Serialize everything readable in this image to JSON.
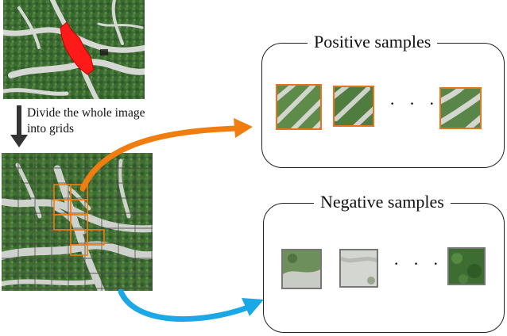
{
  "caption": {
    "line1": "Divide the whole image",
    "line2": "into grids"
  },
  "positive": {
    "title": "Positive samples",
    "ellipsis": "· · ·",
    "border_color": "#e8741e"
  },
  "negative": {
    "title": "Negative samples",
    "ellipsis": "· · ·",
    "border_color": "#777777"
  },
  "colors": {
    "positive_arrow": "#f07d10",
    "negative_arrow": "#1aa8e6",
    "landslide_mask": "#ff1a1a",
    "terrain_green": "#3c6b34",
    "riverbed": "#cfd2cc"
  },
  "icons": {
    "down_arrow": "down-arrow-icon",
    "positive_arrow": "curved-arrow-orange",
    "negative_arrow": "curved-arrow-blue"
  }
}
